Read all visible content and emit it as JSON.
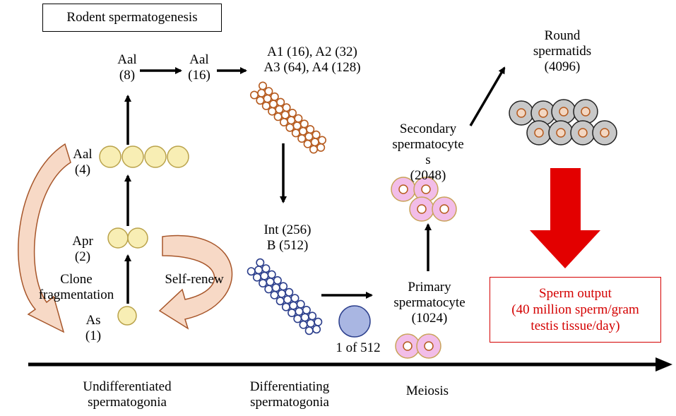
{
  "title": "Rodent spermatogenesis",
  "stages": {
    "as": {
      "name": "As",
      "count": "(1)"
    },
    "apr": {
      "name": "Apr",
      "count": "(2)"
    },
    "aal4": {
      "name": "Aal",
      "count": "(4)"
    },
    "aal8": {
      "name": "Aal",
      "count": "(8)"
    },
    "aal16": {
      "name": "Aal",
      "count": "(16)"
    },
    "a_line1": "A1 (16), A2 (32)",
    "a_line2": "A3 (64), A4 (128)",
    "int_line": "Int (256)",
    "b_line": "B (512)",
    "one_of": "1 of 512",
    "primary_line1": "Primary",
    "primary_line2": "spermatocyte",
    "primary_count": "(1024)",
    "secondary_line1": "Secondary",
    "secondary_line2": "spermatocyte",
    "secondary_line3": "s",
    "secondary_count": "(2048)",
    "round_line1": "Round",
    "round_line2": "spermatids",
    "round_count": "(4096)"
  },
  "processes": {
    "clone_line1": "Clone",
    "clone_line2": "fragmentation",
    "self_renew": "Self-renew"
  },
  "output": {
    "line1": "Sperm output",
    "line2": "(40 million sperm/gram",
    "line3": "testis tissue/day)"
  },
  "timeline": {
    "undiff_line1": "Undifferentiated",
    "undiff_line2": "spermatogonia",
    "diff_line1": "Differentiating",
    "diff_line2": "spermatogonia",
    "meiosis": "Meiosis"
  },
  "colors": {
    "yellow_fill": "#f8eeb4",
    "yellow_stroke": "#b9a24a",
    "orange_stroke": "#b55a1e",
    "blue_stroke": "#2c3f8c",
    "blue_cell_fill": "#a9b6e2",
    "pink_fill": "#f2bde8",
    "pink_stroke": "#c9a25a",
    "grey_fill": "#c8c8c8",
    "red": "#e30000",
    "swoosh_fill": "#f7d9c6",
    "swoosh_stroke": "#a7562a"
  }
}
